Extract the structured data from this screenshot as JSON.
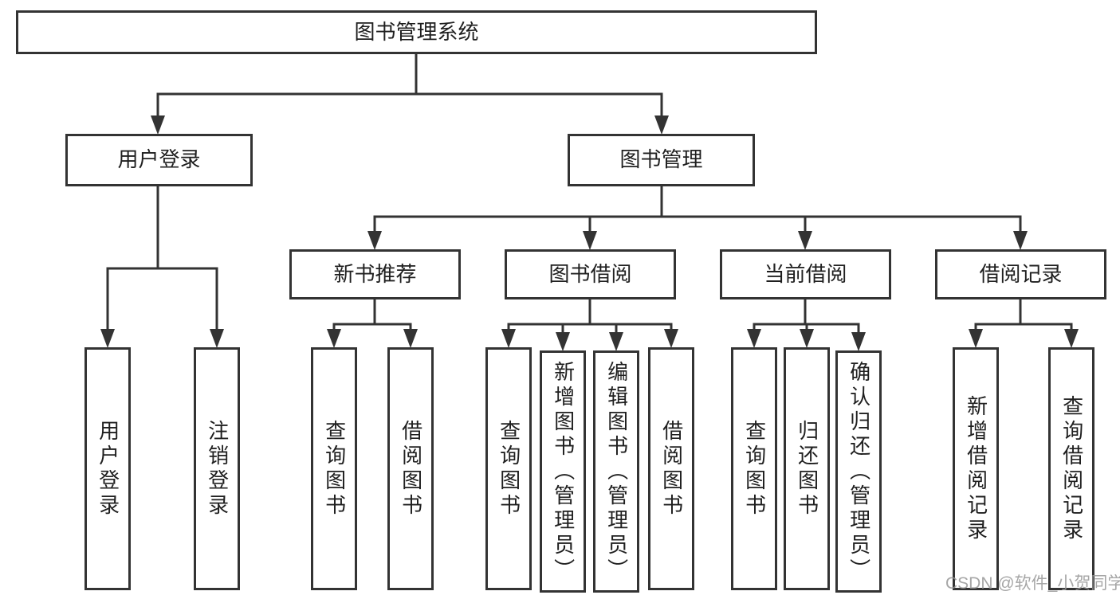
{
  "colors": {
    "line": "#333333",
    "box_border": "#333333",
    "text": "#1f1f1f",
    "watermark": "#969696",
    "background": "#ffffff"
  },
  "tree": {
    "root": "图书管理系统",
    "login": {
      "label": "用户登录",
      "children": [
        "用户登录",
        "注销登录"
      ]
    },
    "management": {
      "label": "图书管理",
      "sections": [
        {
          "label": "新书推荐",
          "children": [
            "查询图书",
            "借阅图书"
          ]
        },
        {
          "label": "图书借阅",
          "children": [
            "查询图书",
            "新增图书（管理员）",
            "编辑图书（管理员）",
            "借阅图书"
          ]
        },
        {
          "label": "当前借阅",
          "children": [
            "查询图书",
            "归还图书",
            "确认归还（管理员）"
          ]
        },
        {
          "label": "借阅记录",
          "children": [
            "新增借阅记录",
            "查询借阅记录"
          ]
        }
      ]
    }
  },
  "watermark": {
    "text": "CSDN @软件_小贺同学"
  }
}
